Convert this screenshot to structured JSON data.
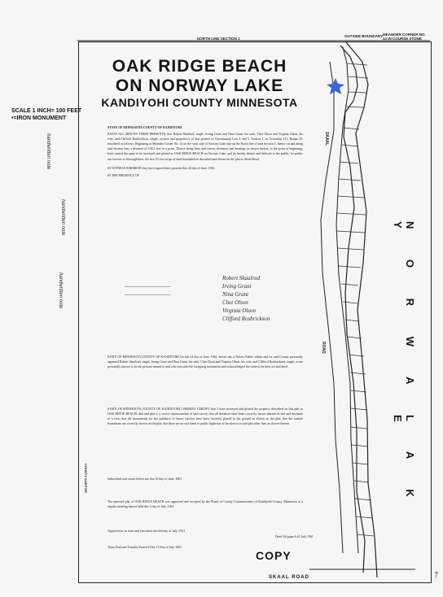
{
  "title": {
    "line1": "OAK RIDGE BEACH",
    "line2": "ON NORWAY LAKE",
    "line3": "KANDIYOHI COUNTY MINNESOTA"
  },
  "scale": {
    "line1": "SCALE 1 INCH= 100 FEET",
    "line2": "•=IRON MONUMENT"
  },
  "lake": {
    "left_text": "N O R W A Y",
    "right_text": "L A K E"
  },
  "roads": {
    "skaal_top": "SKAAL",
    "road_mid": "ROAD",
    "skaal_bottom": "SKAAL ROAD"
  },
  "labels": {
    "north_line": "NORTH LINE SECTION 1",
    "outside_boundary": "OUTSIDE BOUNDARY",
    "meander_corner": "MEANDER CORNER NO. 12 IN COURSE STONE",
    "copy": "COPY"
  },
  "document_text": {
    "heading": "STATE OF MINNESOTA COUNTY OF KANDIYOHI",
    "paragraph": "KNOW ALL MEN BY THESE PRESENTS, that Robert Skaalrud, single, Irving Grant and Nina Grant, his wife, Chet Olson and Virginia Olson, his wife, and Clifford Rosbrickson, single, owners and proprietors of that portion of Government Lots 4 and 5, Section 1, in Township 121, Range 35, described as follows: Beginning at Meander Corner No. 12 on the west side of Norway Lake and on the North line of said Section 1, thence on and along said Section line, a distance of 138.3 feet to a point. Thence along lines and curves, distances and bearings as shown hereon, to the point of beginning, have caused the same to be surveyed and platted as OAK RIDGE BEACH on Norway Lake, and do hereby donate and dedicate to the public, for public use forever as thoroughfares, the two 33 foot strips of land hereinbefore described and shown on the plat as Skaal Road.",
    "witness": "IN WITNESS WHEREOF they have signed these presents this 24 day of June, 1961.",
    "presence": "IN THE PRESENCE OF",
    "notary": "STATE OF MINNESOTA COUNTY OF KANDIYOHI On this 24 day of June, 1961, before me, a Notary Public within and for said County personally appeared Robert Skaalrud, single, Irving Grant and Nina Grant, his wife, Chet Olson and Virginia Olson, his wife, and Clifford Rosbrickson, single, to me personally known to be the persons named in and who executed the foregoing instrument and acknowledged the same to be their act and deed.",
    "surveyor": "STATE OF MINNESOTA COUNTY OF KANDIYOHI I HEREBY CERTIFY that I have surveyed and platted the property described on this plat as OAK RIDGE BEACH; that said plat is a correct representation of said survey; that all distances have been correctly shown thereon in feet and decimals of a foot; that the monuments for the guidance of future surveys have been correctly placed in the ground as shown on the plat; that the outside boundaries are correctly shown on the plat; that there are no wet lands or public highways to be shown on said plat other than as shown thereon.",
    "subscribed": "Subscribed and sworn before me this 30 day of June, 1961",
    "approved": "The annexed plat of OAK RIDGE BEACH was approved and accepted by the Board of County Commissioners of Kandiyohi County, Minnesota at a regular meeting thereof held this 3 day of July, 1961.",
    "approved_as": "Approved as to form and execution this 6th day of July, 1961",
    "taxes": "Taxes Paid and Transfer Entered This 11 Day of July 1961",
    "recorded": "Deed Vol page 6.41 July 1961",
    "county": "COUNTY AUDITOR"
  }
}
